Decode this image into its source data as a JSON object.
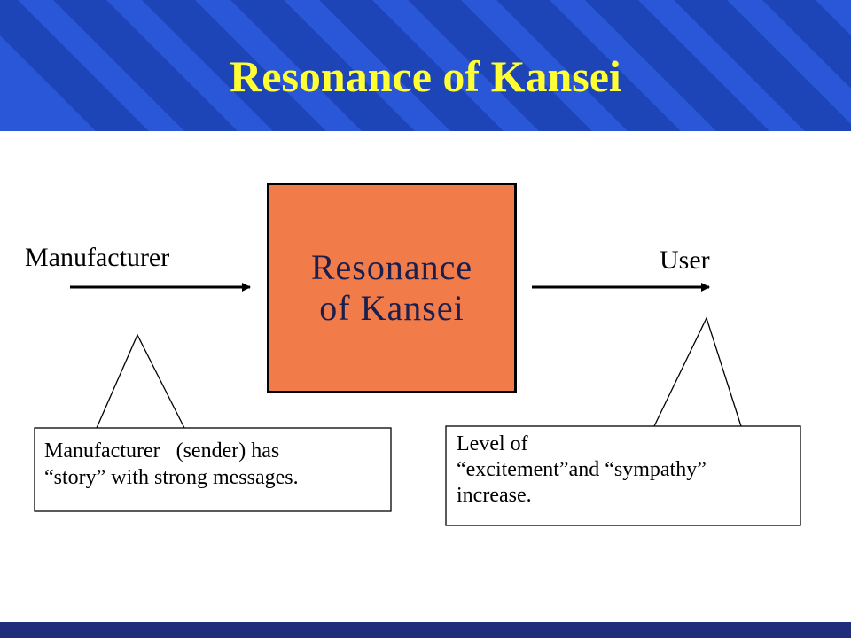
{
  "slide": {
    "title": "Resonance of Kansei"
  },
  "diagram": {
    "left_label": "Manufacturer",
    "right_label": "User",
    "center_box": {
      "line1": "Resonance",
      "line2": "of Kansei",
      "fill": "#f27b4a"
    },
    "left_callout": {
      "line1": "Manufacturer   (sender) has",
      "line2": "“story” with strong messages."
    },
    "right_callout": {
      "line1": "Level of",
      "line2": "“excitement”and “sympathy”",
      "line3": "increase."
    }
  },
  "colors": {
    "header_blue": "#2a57d8",
    "header_stripe": "#1d45b8",
    "title_yellow": "#ffff33",
    "footer_navy": "#1f2d7a"
  }
}
